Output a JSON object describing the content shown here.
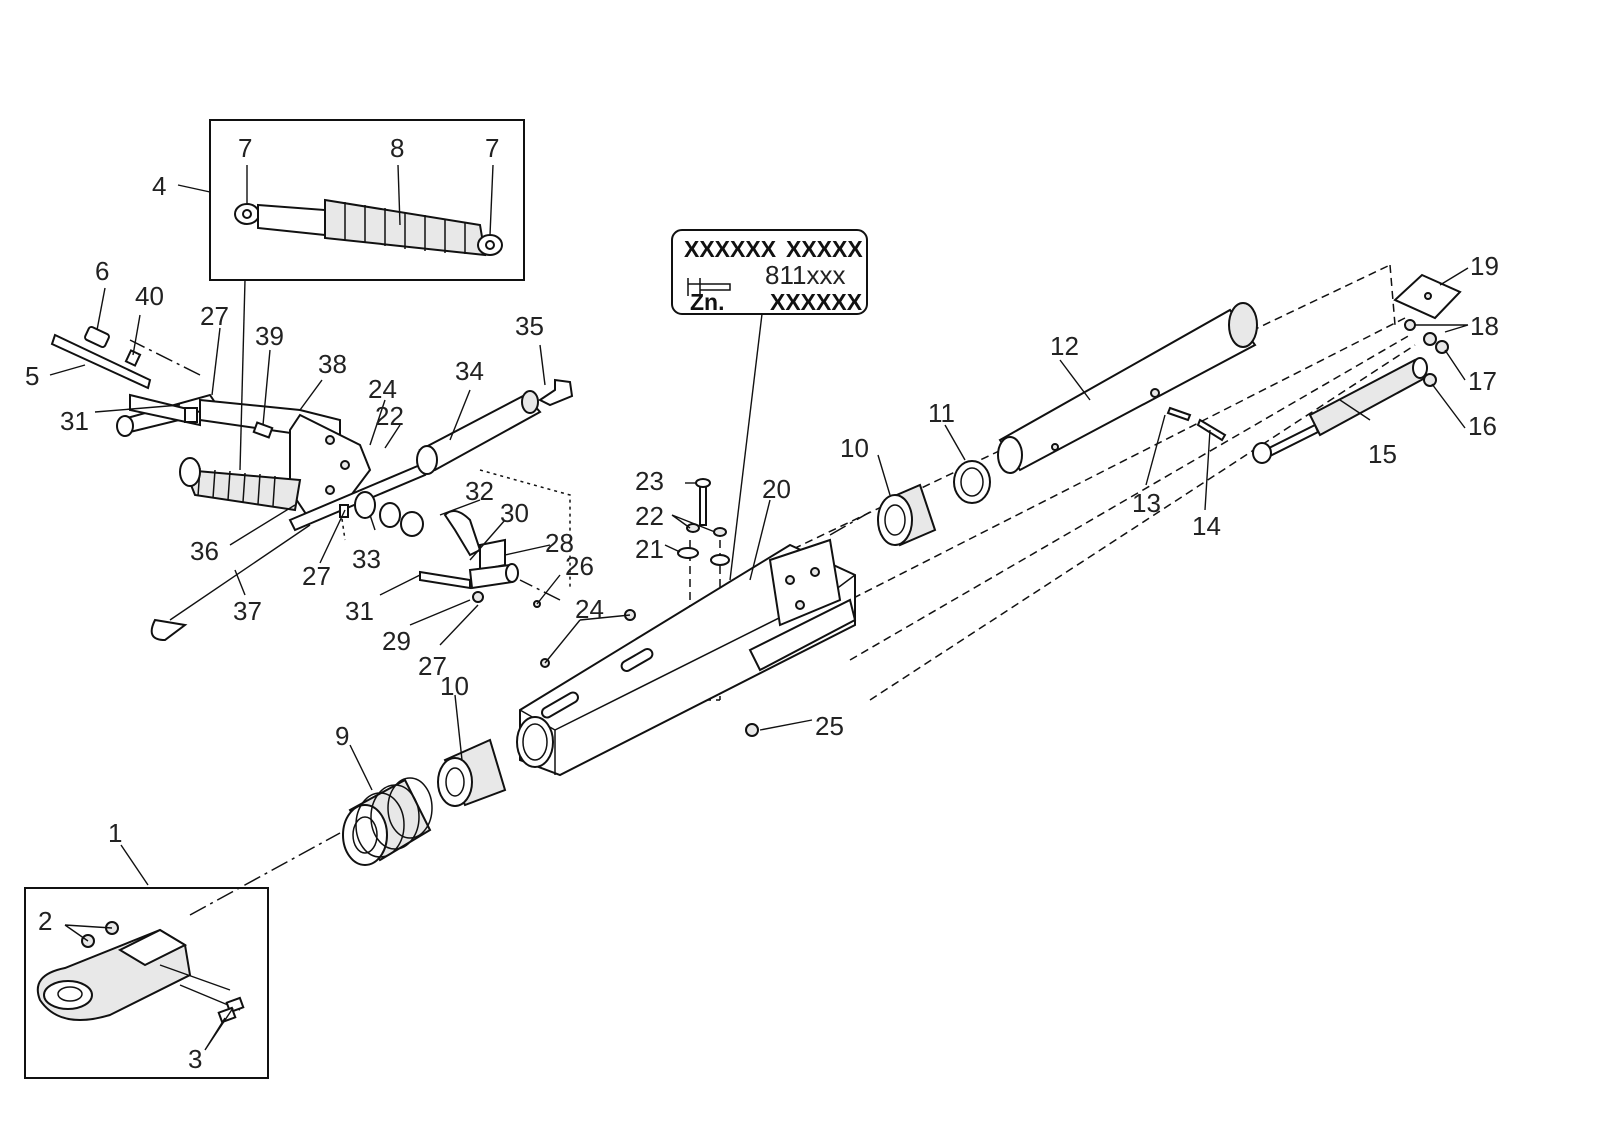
{
  "plate": {
    "line1_left": "XXXXXX",
    "line1_right": "XXXXX",
    "line2_right": "811xxx",
    "line3_left": "Zn.",
    "line3_right": "XXXXXX"
  },
  "callouts": {
    "c1": "1",
    "c2": "2",
    "c3": "3",
    "c4": "4",
    "c5": "5",
    "c6": "6",
    "c7a": "7",
    "c7b": "7",
    "c8": "8",
    "c9": "9",
    "c10a": "10",
    "c10b": "10",
    "c11": "11",
    "c12": "12",
    "c13": "13",
    "c14": "14",
    "c15": "15",
    "c16": "16",
    "c17": "17",
    "c18": "18",
    "c19": "19",
    "c20": "20",
    "c21": "21",
    "c22a": "22",
    "c22b": "22",
    "c23": "23",
    "c24a": "24",
    "c24b": "24",
    "c25": "25",
    "c26": "26",
    "c27a": "27",
    "c27b": "27",
    "c27c": "27",
    "c28": "28",
    "c29": "29",
    "c30": "30",
    "c31a": "31",
    "c31b": "31",
    "c32": "32",
    "c33": "33",
    "c34": "34",
    "c35": "35",
    "c36": "36",
    "c37": "37",
    "c38": "38",
    "c39": "39",
    "c40": "40"
  },
  "colors": {
    "line": "#111111",
    "background": "#ffffff"
  }
}
